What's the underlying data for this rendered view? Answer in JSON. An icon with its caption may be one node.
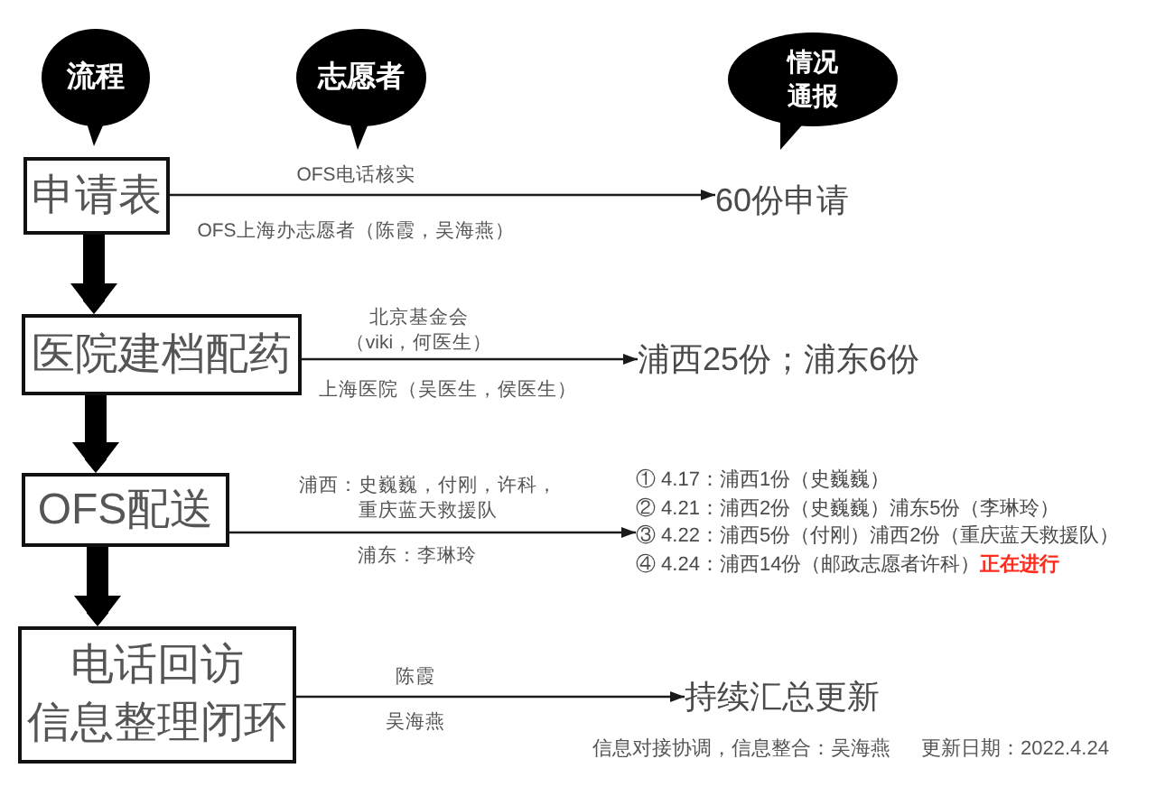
{
  "diagram": {
    "nodes": [
      {
        "text": [
          "流程"
        ]
      },
      {
        "text": [
          "志愿者"
        ]
      },
      {
        "text": [
          "情况通报"
        ]
      },
      {
        "text": [
          "申请表"
        ]
      },
      {
        "text": [
          "60份申请"
        ]
      },
      {
        "text": [
          "医院建档配药"
        ]
      },
      {
        "text": [
          "浦西25份；浦东6份"
        ]
      },
      {
        "text": [
          "OFS配送"
        ]
      },
      {
        "text": [
          "① 4.17：浦西1份（史巍巍）",
          "② 4.21：浦西2份（史巍巍）浦东5份（李琳玲）",
          "③ 4.22：浦西5份（付刚）浦西2份（重庆蓝天救援队）",
          "④ 4.24：浦西14份（邮政志愿者许科）**正在进行**"
        ]
      },
      {
        "text": [
          "电话回访",
          "信息整理闭环"
        ]
      },
      {
        "text": [
          "持续汇总更新"
        ]
      }
    ],
    "edges": [
      {
        "from": 3,
        "to": 4,
        "arrow": "to",
        "label": "OFS电话核实"
      },
      {
        "from": 3,
        "to": 5,
        "arrow": "to",
        "style": "thick"
      },
      {
        "from": 5,
        "to": 6,
        "arrow": "to",
        "label": "北京基金会（viki，何医生）"
      },
      {
        "from": 5,
        "to": 7,
        "arrow": "to",
        "style": "thick"
      },
      {
        "from": 7,
        "to": 8,
        "arrow": "to",
        "label": "浦西：史巍巍，付刚，许科，重庆蓝天救援队"
      },
      {
        "from": 7,
        "to": 9,
        "arrow": "to",
        "style": "thick"
      },
      {
        "from": 9,
        "to": 10,
        "arrow": "to",
        "label": "陈霞"
      }
    ],
    "labels": [
      "OFS上海办志愿者（陈霞，吴海燕）",
      "上海医院（吴医生，侯医生）",
      "浦东：李琳玲",
      "吴海燕",
      "信息对接协调，信息整合：吴海燕",
      "更新日期：2022.4.24"
    ]
  }
}
